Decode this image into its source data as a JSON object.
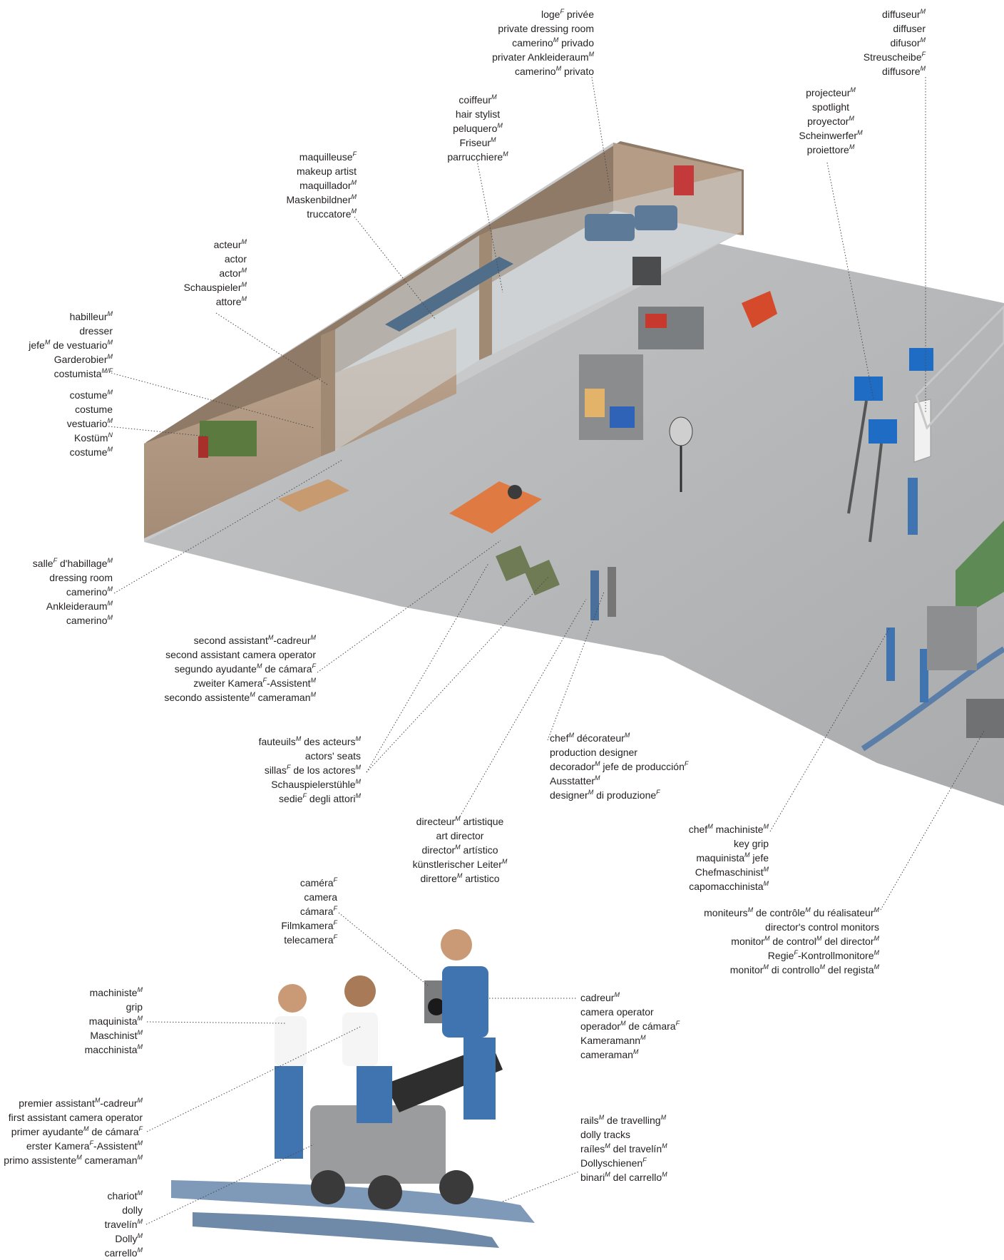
{
  "colors": {
    "floor": "#b4b6b8",
    "wall_light": "#b49c86",
    "wall_dark": "#8e7a66",
    "blue_equipment": "#1e6cc4",
    "worker_blue": "#3f74b0",
    "text": "#231f20"
  },
  "labels": {
    "loge": [
      "loge|F| privée",
      "private dressing room",
      "camerino|M| privado",
      "privater Ankleideraum|M|",
      "camerino|M| privato"
    ],
    "diffuseur": [
      "diffuseur|M|",
      "diffuser",
      "difusor|M|",
      "Streuscheibe|F|",
      "diffusore|M|"
    ],
    "coiffeur": [
      "coiffeur|M|",
      "hair stylist",
      "peluquero|M|",
      "Friseur|M|",
      "parrucchiere|M|"
    ],
    "projecteur": [
      "projecteur|M|",
      "spotlight",
      "proyector|M|",
      "Scheinwerfer|M|",
      "proiettore|M|"
    ],
    "maquilleuse": [
      "maquilleuse|F|",
      "makeup artist",
      "maquillador|M|",
      "Maskenbildner|M|",
      "truccatore|M|"
    ],
    "acteur": [
      "acteur|M|",
      "actor",
      "actor|M|",
      "Schauspieler|M|",
      "attore|M|"
    ],
    "habilleur": [
      "habilleur|M|",
      "dresser",
      "jefe|M| de vestuario|M|",
      "Garderobier|M|",
      "costumista|M/F|"
    ],
    "costume": [
      "costume|M|",
      "costume",
      "vestuario|M|",
      "Kostüm|N|",
      "costume|M|"
    ],
    "salle": [
      "salle|F| d'habillage|M|",
      "dressing room",
      "camerino|M|",
      "Ankleideraum|M|",
      "camerino|M|"
    ],
    "second_assistant": [
      "second assistant|M|-cadreur|M|",
      "second assistant camera operator",
      "segundo ayudante|M| de cámara|F|",
      "zweiter Kamera|F|-Assistent|M|",
      "secondo assistente|M| cameraman|M|"
    ],
    "fauteuils": [
      "fauteuils|M| des acteurs|M|",
      "actors' seats",
      "sillas|F| de los actores|M|",
      "Schauspielerstühle|M|",
      "sedie|F| degli attori|M|"
    ],
    "chef_decorateur": [
      "chef|M| décorateur|M|",
      "production designer",
      "decorador|M| jefe de producción|F|",
      "Ausstatter|M|",
      "designer|M| di produzione|F|"
    ],
    "directeur_artistique": [
      "directeur|M| artistique",
      "art director",
      "director|M| artístico",
      "künstlerischer Leiter|M|",
      "direttore|M| artistico"
    ],
    "chef_machiniste": [
      "chef|M| machiniste|M|",
      "key grip",
      "maquinista|M| jefe",
      "Chefmaschinist|M|",
      "capomacchinista|M|"
    ],
    "moniteurs": [
      "moniteurs|M| de contrôle|M| du réalisateur|M|",
      "director's control monitors",
      "monitor|M| de control|M| del director|M|",
      "Regie|F|-Kontrollmonitore|M|",
      "monitor|M| di controllo|M| del regista|M|"
    ],
    "camera": [
      "caméra|F|",
      "camera",
      "cámara|F|",
      "Filmkamera|F|",
      "telecamera|F|"
    ],
    "machiniste": [
      "machiniste|M|",
      "grip",
      "maquinista|M|",
      "Maschinist|M|",
      "macchinista|M|"
    ],
    "cadreur": [
      "cadreur|M|",
      "camera operator",
      "operador|M| de cámara|F|",
      "Kameramann|M|",
      "cameraman|M|"
    ],
    "premier_assistant": [
      "premier assistant|M|-cadreur|M|",
      "first assistant camera operator",
      "primer ayudante|M| de cámara|F|",
      "erster Kamera|F|-Assistent|M|",
      "primo assistente|M| cameraman|M|"
    ],
    "rails": [
      "rails|M| de travelling|M|",
      "dolly tracks",
      "raíles|M| del travelín|M|",
      "Dollyschienen|F|",
      "binari|M| del carrello|M|"
    ],
    "chariot": [
      "chariot|M|",
      "dolly",
      "travelín|M|",
      "Dolly|M|",
      "carrello|M|"
    ]
  }
}
